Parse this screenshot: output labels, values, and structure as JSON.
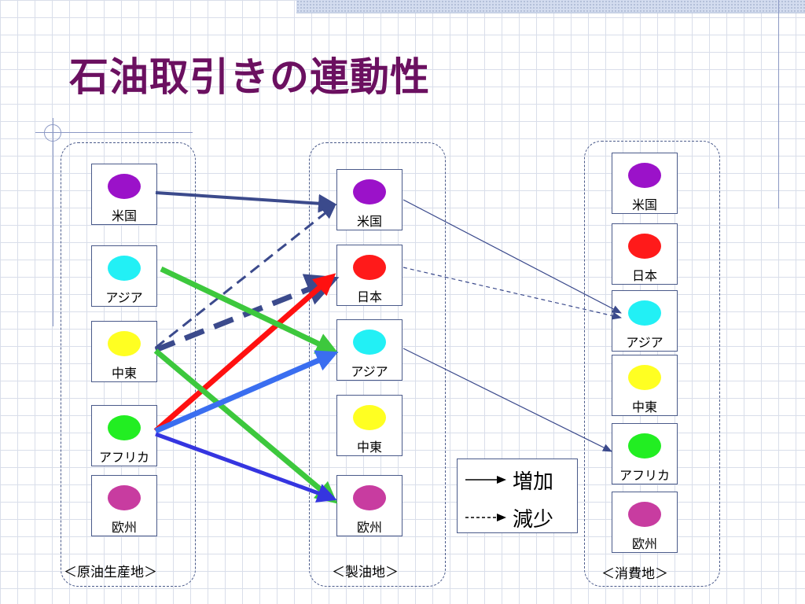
{
  "title": "石油取引きの連動性",
  "groups": {
    "production": {
      "label": "＜原油生産地＞",
      "nodes": [
        {
          "label": "米国",
          "color": "#9b12c9"
        },
        {
          "label": "アジア",
          "color": "#22f0f5"
        },
        {
          "label": "中東",
          "color": "#ffff22"
        },
        {
          "label": "アフリカ",
          "color": "#22ee22"
        },
        {
          "label": "欧州",
          "color": "#c83ca0"
        }
      ]
    },
    "refining": {
      "label": "＜製油地＞",
      "nodes": [
        {
          "label": "米国",
          "color": "#9b12c9"
        },
        {
          "label": "日本",
          "color": "#ff1a1a"
        },
        {
          "label": "アジア",
          "color": "#22f0f5"
        },
        {
          "label": "中東",
          "color": "#ffff22"
        },
        {
          "label": "欧州",
          "color": "#c83ca0"
        }
      ]
    },
    "consumption": {
      "label": "＜消費地＞",
      "nodes": [
        {
          "label": "米国",
          "color": "#9b12c9"
        },
        {
          "label": "日本",
          "color": "#ff1a1a"
        },
        {
          "label": "アジア",
          "color": "#22f0f5"
        },
        {
          "label": "中東",
          "color": "#ffff22"
        },
        {
          "label": "アフリカ",
          "color": "#22ee22"
        },
        {
          "label": "欧州",
          "color": "#c83ca0"
        }
      ]
    }
  },
  "legend": {
    "increase": "増加",
    "decrease": "減少"
  },
  "colors": {
    "title": "#6b1060",
    "navy": "#3b4a8c",
    "red": "#ff1010",
    "green": "#3dc83d",
    "blue_thick": "#3a6ef0",
    "blue_dark": "#3535e0"
  }
}
